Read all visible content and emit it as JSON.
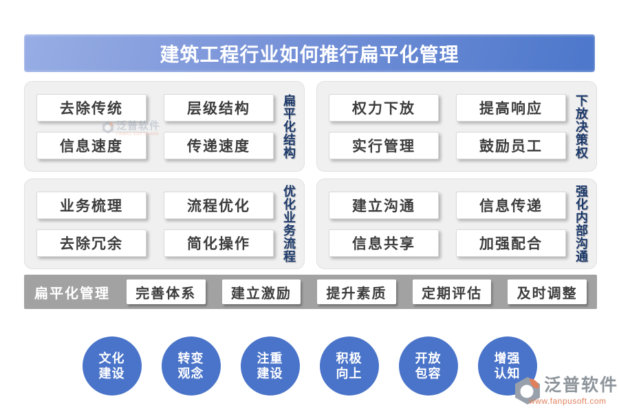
{
  "title": "建筑工程行业如何推行扁平化管理",
  "quadrants": [
    {
      "label": "扁平化结构",
      "items": [
        "去除传统",
        "层级结构",
        "信息速度",
        "传递速度"
      ]
    },
    {
      "label": "下放决策权",
      "items": [
        "权力下放",
        "提高响应",
        "实行管理",
        "鼓励员工"
      ]
    },
    {
      "label": "优化业务流程",
      "items": [
        "业务梳理",
        "流程优化",
        "去除冗余",
        "简化操作"
      ]
    },
    {
      "label": "强化内部沟通",
      "items": [
        "建立沟通",
        "信息传递",
        "信息共享",
        "加强配合"
      ]
    }
  ],
  "process_bar": {
    "label": "扁平化管理",
    "steps": [
      "完善体系",
      "建立激励",
      "提升素质",
      "定期评估",
      "及时调整"
    ]
  },
  "circles": [
    {
      "line1": "文化",
      "line2": "建设"
    },
    {
      "line1": "转变",
      "line2": "观念"
    },
    {
      "line1": "注重",
      "line2": "建设"
    },
    {
      "line1": "积极",
      "line2": "向上"
    },
    {
      "line1": "开放",
      "line2": "包容"
    },
    {
      "line1": "增强",
      "line2": "认知"
    }
  ],
  "watermark": {
    "brand": "泛普软件",
    "subtext": "FANPU SOFTWARE"
  },
  "brand": {
    "name": "泛普软件",
    "url": "www.fanpusoft.com"
  },
  "colors": {
    "banner_gradient_start": "#97ade4",
    "banner_gradient_end": "#4c77cb",
    "vertical_label_navy": "#1d3a6b",
    "circle_blue": "#4a74c9",
    "bar_gray": "#a2a2a2",
    "logo_gray": "#8d949b",
    "logo_orange": "#e0805c"
  }
}
